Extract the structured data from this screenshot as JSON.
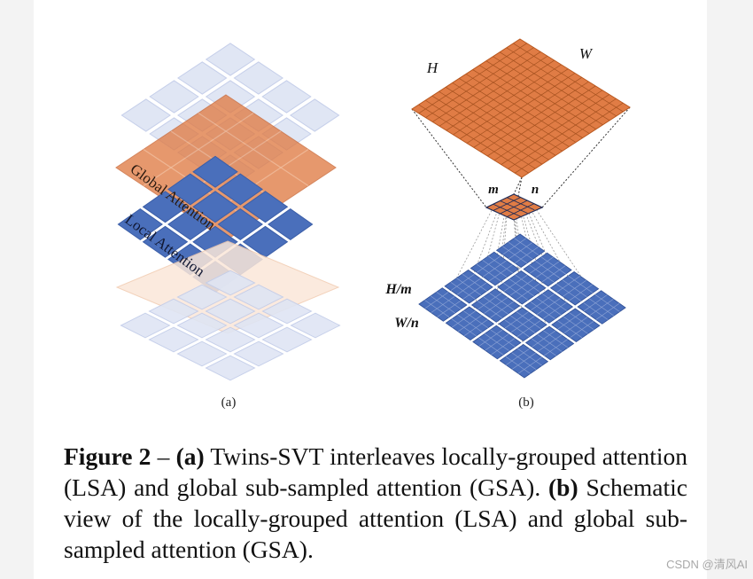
{
  "panel_a": {
    "global_label": "Global Attention",
    "local_label": "Local Attention",
    "sub_label": "(a)"
  },
  "panel_b": {
    "label_H": "H",
    "label_W": "W",
    "label_m": "m",
    "label_n": "n",
    "label_Hm": "H/m",
    "label_Wn": "W/n",
    "sub_label": "(b)"
  },
  "caption": {
    "figure_label": "Figure 2",
    "dash": " – ",
    "a_label": "(a)",
    "a_text": " Twins-SVT interleaves locally-grouped attention (LSA) and global sub-sampled attention (GSA). ",
    "b_label": "(b)",
    "b_text": " Schematic view of the locally-grouped attention (LSA) and global sub-sampled attention (GSA)."
  },
  "watermark": "CSDN @清风AI",
  "colors": {
    "orange": "#e07c45",
    "blue": "#4a6fbb",
    "pale_blue": "#dfe5f4",
    "pale_orange": "#fbe7d9"
  }
}
